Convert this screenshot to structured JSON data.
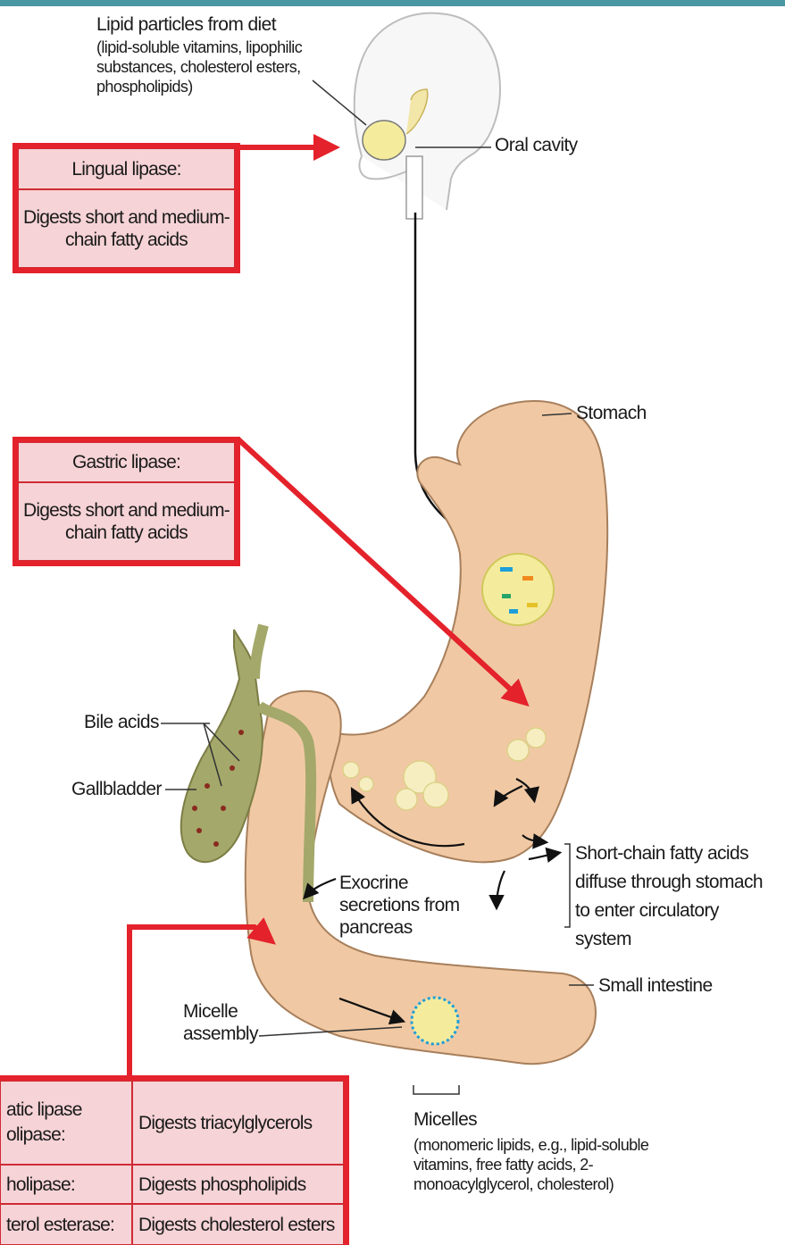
{
  "labels": {
    "lipid_particles": "Lipid particles from diet",
    "lipid_particles_detail": "(lipid-soluble vitamins, lipophilic substances, cholesterol esters, phospholipids)",
    "oral_cavity": "Oral cavity",
    "stomach": "Stomach",
    "bile_acids": "Bile acids",
    "gallbladder": "Gallbladder",
    "short_chain": "Short-chain fatty acids diffuse through stomach to enter circulatory system",
    "exocrine": "Exocrine secretions from pancreas",
    "small_intestine": "Small intestine",
    "micelle_assembly": "Micelle assembly",
    "micelles": "Micelles",
    "micelles_detail": "(monomeric lipids, e.g., lipid-soluble vitamins, free fatty acids, 2-monoacylglycerol, cholesterol)"
  },
  "lingual_box": {
    "title": "Lingual lipase:",
    "desc": "Digests short and medium-chain fatty acids"
  },
  "gastric_box": {
    "title": "Gastric lipase:",
    "desc": "Digests short and medium-chain fatty acids"
  },
  "pancreatic_table": [
    {
      "enzyme": "atic lipase olipase:",
      "action": "Digests triacylglycerols"
    },
    {
      "enzyme": "holipase:",
      "action": "Digests phospholipids"
    },
    {
      "enzyme": "terol esterase:",
      "action": "Digests cholesterol esters"
    }
  ],
  "colors": {
    "accent_bar": "#4a96a3",
    "red": "#e4222b",
    "pink": "#f6d3d6",
    "organ": "#f0c9a4",
    "gallbladder": "#a4a86a"
  }
}
